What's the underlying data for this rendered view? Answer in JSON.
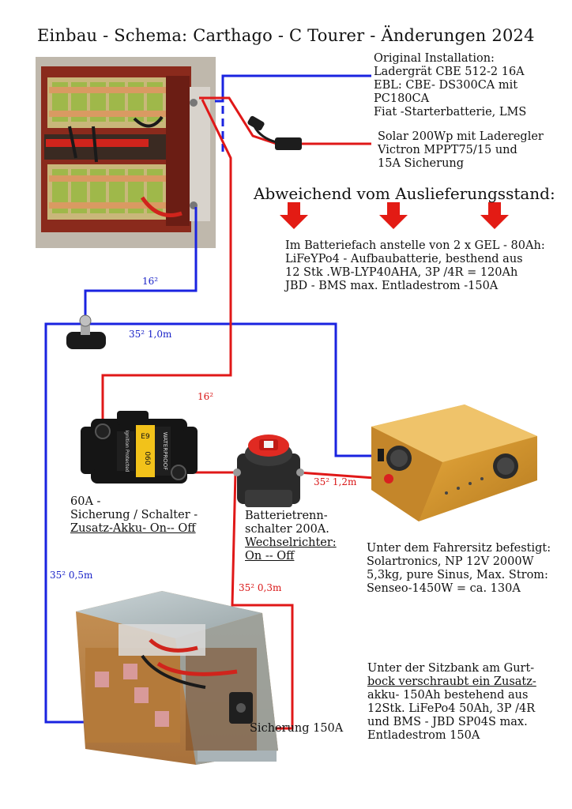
{
  "title": "Einbau - Schema: Carthago - C Tourer  - Änderungen 2024",
  "original": {
    "lines": [
      "Original Installation:",
      "Ladergrät CBE 512-2 16A",
      "EBL: CBE- DS300CA mit",
      "PC180CA",
      "Fiat -Starterbatterie, LMS"
    ]
  },
  "solar": {
    "lines": [
      "Solar 200Wp mit Laderegler",
      "Victron MPPT75/15 und",
      "15A Sicherung"
    ]
  },
  "deviation_heading": "Abweichend vom Auslieferungsstand:",
  "battery_compartment": {
    "lines": [
      "Im Batteriefach anstelle von 2 x GEL - 80Ah:",
      "LiFeYPo4 - Aufbaubatterie, besthend aus",
      "12 Stk .WB-LYP40AHA, 3P /4R = 120Ah",
      "JBD - BMS max. Entladestrom -150A"
    ]
  },
  "cable_labels": {
    "c16_blue": "16²",
    "c35_1m": "35² 1,0m",
    "c16_red": "16²",
    "c35_1_2m": "35² 1,2m",
    "c35_0_5m": "35² 0,5m",
    "c35_0_3m": "35² 0,3m"
  },
  "breaker": {
    "line1": "60A -",
    "line2": "Sicherung / Schalter -",
    "line3": "Zusatz-Akku- On-- Off",
    "body_text": "WATERPROOF",
    "code": "E9",
    "rating": "060",
    "side_text": "Ignition Protected"
  },
  "switch": {
    "line1": "Batterietrenn-",
    "line2": "schalter 200A.",
    "line3": "Wechselrichter:",
    "line4": "On  --  Off"
  },
  "inverter": {
    "lines": [
      "Unter dem Fahrersitz befestigt:",
      "Solartronics, NP 12V 2000W",
      "5,3kg, pure Sinus, Max. Strom:",
      "Senseo-1450W = ca. 130A"
    ]
  },
  "aux_battery": {
    "lines": [
      "Unter der Sitzbank am Gurt-",
      "bock verschraubt ein Zusatz-",
      "akku- 150Ah bestehend aus",
      "12Stk. LiFePo4 50Ah, 3P /4R",
      "und BMS - JBD SP04S max.",
      "Entladestrom 150A"
    ]
  },
  "fuse_label": "Sicherung 150A",
  "colors": {
    "wire_blue": "#1a23e0",
    "wire_red": "#e01818",
    "arrow_red": "#e31b14",
    "inverter_gold": "#d9a13a",
    "battery_red": "#b83a24"
  }
}
